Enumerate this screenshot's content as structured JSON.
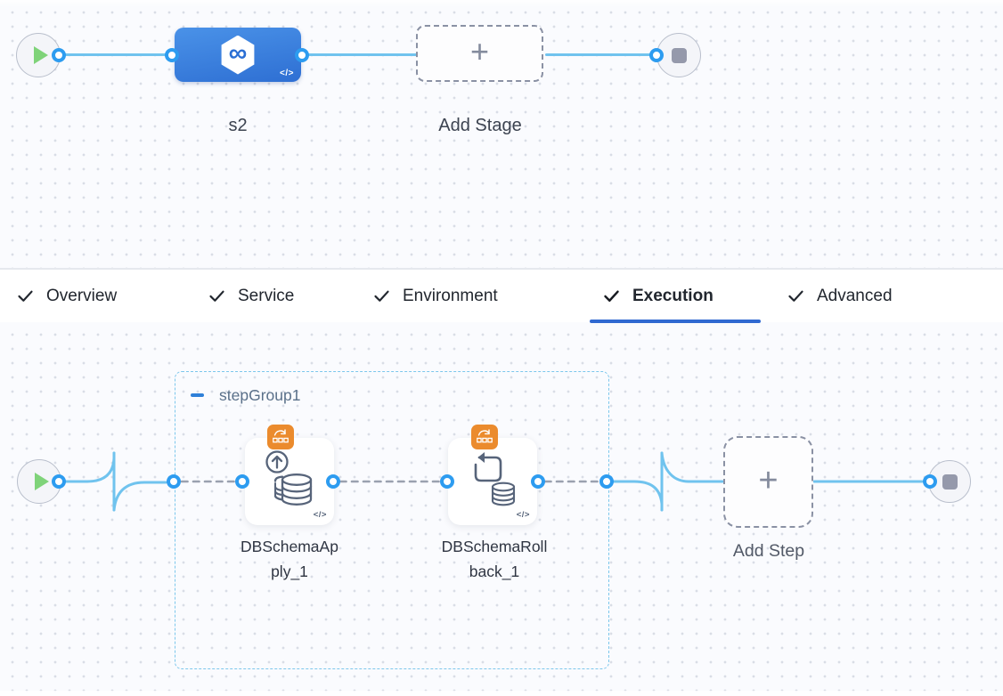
{
  "stages_panel": {
    "stage": {
      "name": "s2",
      "code_badge": "</>"
    },
    "add_stage": {
      "label": "Add Stage",
      "plus": "+"
    }
  },
  "tabs": [
    {
      "label": "Overview",
      "active": false
    },
    {
      "label": "Service",
      "active": false
    },
    {
      "label": "Environment",
      "active": false
    },
    {
      "label": "Execution",
      "active": true
    },
    {
      "label": "Advanced",
      "active": false
    }
  ],
  "execution_panel": {
    "step_group": {
      "name": "stepGroup1"
    },
    "steps": [
      {
        "name": "DBSchemaApply_1",
        "code_badge": "</>",
        "icon": "db-schema-apply-icon",
        "badge_icon": "rolling-deploy-icon"
      },
      {
        "name": "DBSchemaRollback_1",
        "code_badge": "</>",
        "icon": "db-schema-rollback-icon",
        "badge_icon": "rolling-deploy-icon"
      }
    ],
    "add_step": {
      "label": "Add Step",
      "plus": "+"
    }
  },
  "icons": {
    "stage_logo_glyph": "∞"
  },
  "colors": {
    "accent_blue": "#2d9cf0",
    "line_blue": "#70c3ee",
    "stage_blue": "#3b7fdd",
    "tab_underline_blue": "#3069d1",
    "badge_orange": "#eb8b2d",
    "group_border_blue": "#7cc7ec",
    "play_green": "#7fd379",
    "stop_gray": "#9599ab",
    "dashed_connector_gray": "#9aa1af"
  }
}
